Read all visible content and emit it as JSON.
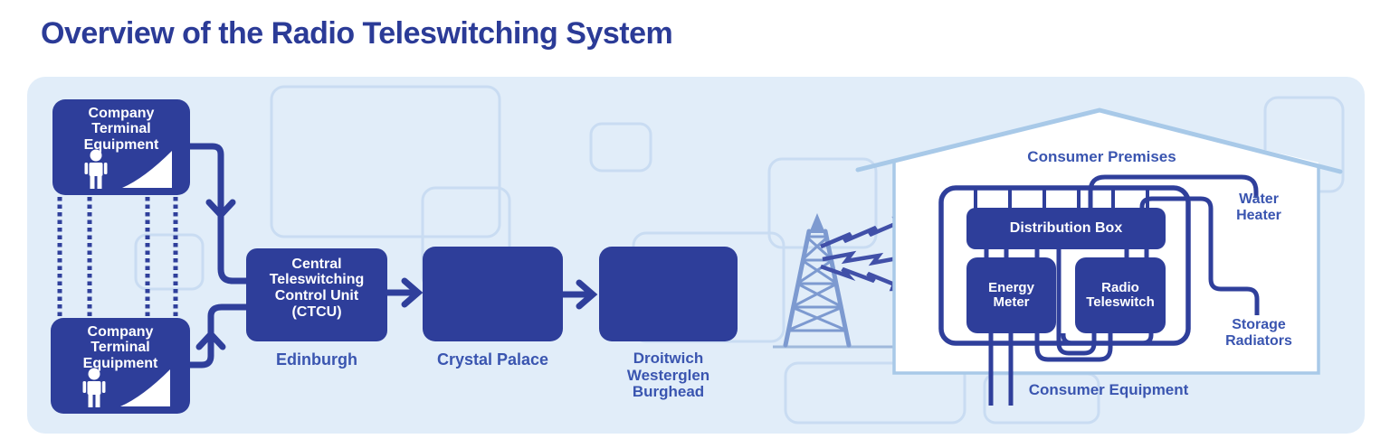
{
  "title": "Overview of the Radio Teleswitching System",
  "colors": {
    "navy_box": "#2e3e9a",
    "wire": "#2f3f9b",
    "label_blue": "#3a55b0",
    "panel_bg": "#e1edf9",
    "decor_outline": "#c9dcf2",
    "tower_blue": "#7d9ad0",
    "house_outline": "#a8c9e8",
    "signal_bolt": "#4150a8"
  },
  "diagram": {
    "company_terminal_top": {
      "label": "Company\nTerminal\nEquipment"
    },
    "company_terminal_bottom": {
      "label": "Company\nTerminal\nEquipment"
    },
    "ctcu": {
      "label": "Central\nTeleswitching\nControl Unit\n(CTCU)",
      "location": "Edinburgh"
    },
    "transmitter_1": {
      "location": "Crystal Palace"
    },
    "transmitter_2": {
      "location": "Droitwich\nWesterglen\nBurghead"
    },
    "consumer": {
      "premises_label": "Consumer Premises",
      "distribution_box": "Distribution Box",
      "energy_meter": "Energy\nMeter",
      "radio_teleswitch": "Radio\nTeleswitch",
      "water_heater": "Water\nHeater",
      "storage_radiators": "Storage\nRadiators",
      "equipment_label": "Consumer Equipment"
    }
  }
}
